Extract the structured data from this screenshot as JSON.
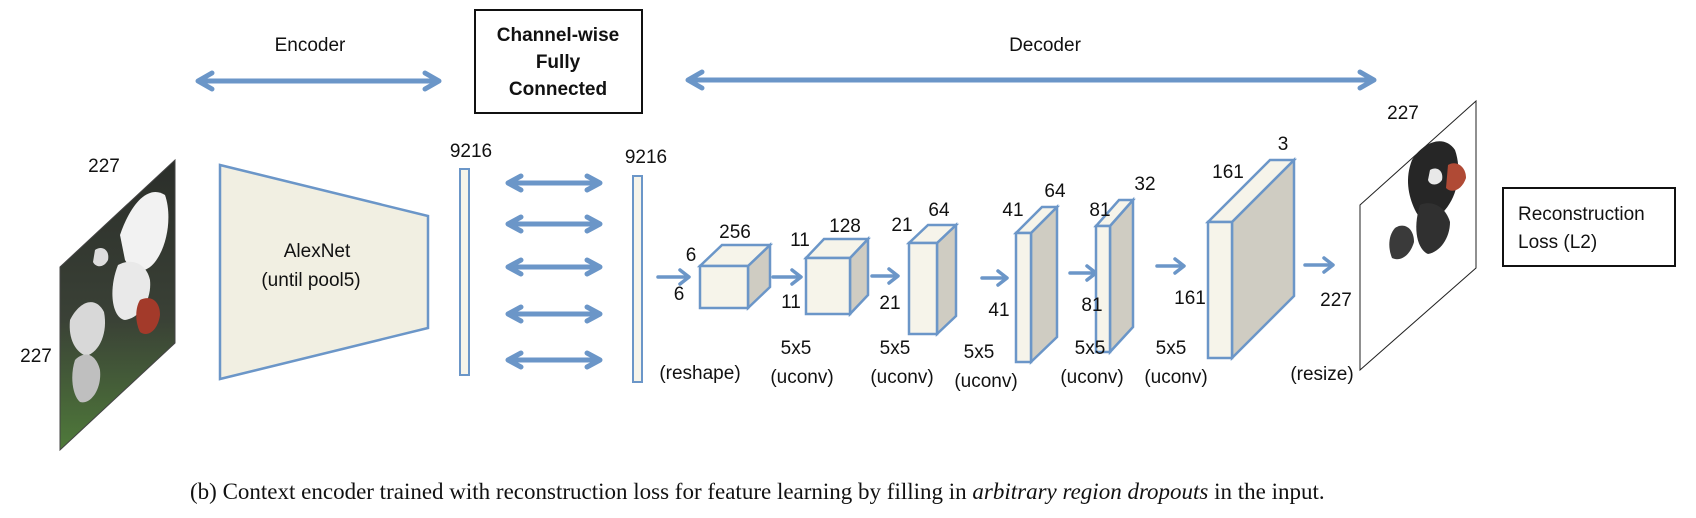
{
  "labels": {
    "encoder": "Encoder",
    "decoder": "Decoder",
    "cfc_line1": "Channel-wise",
    "cfc_line2": "Fully",
    "cfc_line3": "Connected",
    "alexnet_line1": "AlexNet",
    "alexnet_line2": "(until pool5)",
    "recon_line1": "Reconstruction",
    "recon_line2": "Loss (L2)",
    "in_w": "227",
    "in_h": "227",
    "vec1": "9216",
    "vec2": "9216",
    "b1_d": "256",
    "b1_w": "6",
    "b1_h": "6",
    "b2_d": "128",
    "b2_w": "11",
    "b2_h": "11",
    "b3_d": "64",
    "b3_w": "21",
    "b3_h": "21",
    "b4_d": "64",
    "b4_w": "41",
    "b4_h": "41",
    "b5_d": "32",
    "b5_w": "81",
    "b5_h": "81",
    "b6_d": "3",
    "b6_w": "161",
    "b6_h": "161",
    "out_w": "227",
    "out_h": "227",
    "op_reshape": "(reshape)",
    "op1_k": "5x5",
    "op1_t": "(uconv)",
    "op2_k": "5x5",
    "op2_t": "(uconv)",
    "op3_k": "5x5",
    "op3_t": "(uconv)",
    "op4_k": "5x5",
    "op4_t": "(uconv)",
    "op5_k": "5x5",
    "op5_t": "(uconv)",
    "op_resize": "(resize)"
  },
  "caption": {
    "prefix": "(b) Context encoder trained with reconstruction loss for feature learning by filling in ",
    "emphasis": "arbitrary region dropouts",
    "suffix": " in the input."
  },
  "colors": {
    "accent": "#6b96c8",
    "box_fill": "#f6f4ea",
    "side_fill": "#cfccc2"
  }
}
